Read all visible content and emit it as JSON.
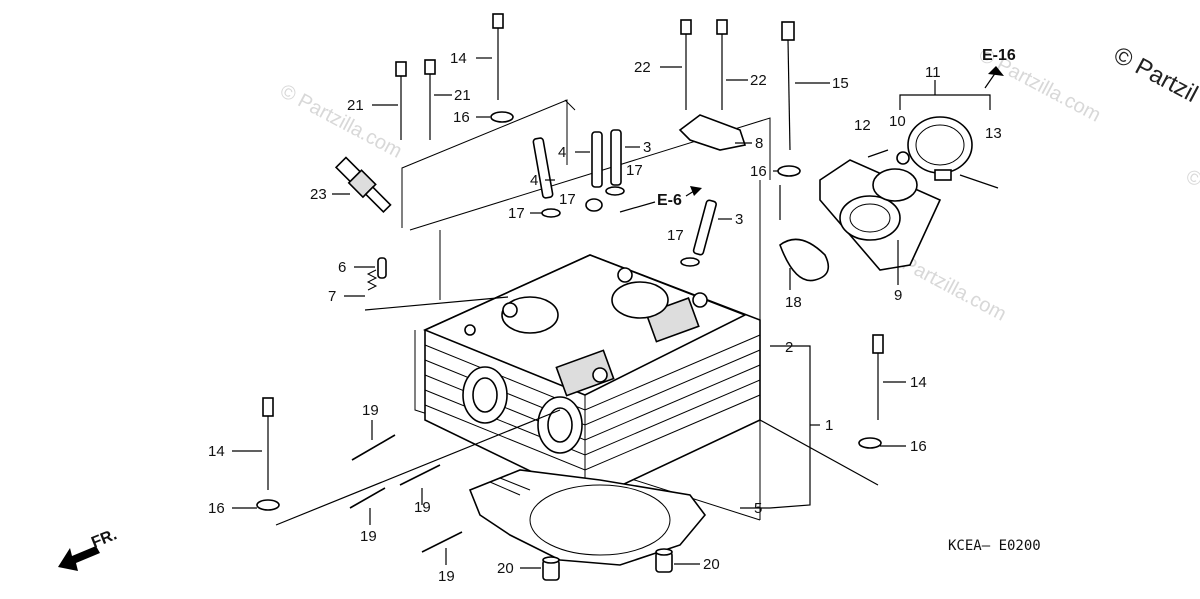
{
  "diagram": {
    "diagram_code": "KCEA— E0200",
    "watermark_text": "© Partzilla.com",
    "watermark_corner": "© Partzil",
    "front_marker": "FR.",
    "refs": {
      "e16": "E-16",
      "e6": "E-6"
    },
    "callouts": {
      "c14a": "14",
      "c21a": "21",
      "c21b": "21",
      "c16a": "16",
      "c22a": "22",
      "c22b": "22",
      "c15": "15",
      "c11": "11",
      "c12": "12",
      "c10": "10",
      "c13": "13",
      "c8": "8",
      "c4a": "4",
      "c3a": "3",
      "c4b": "4",
      "c17a": "17",
      "c17b": "17",
      "c17c": "17",
      "c3b": "3",
      "c16b": "16",
      "c23": "23",
      "c17d": "17",
      "c6": "6",
      "c7": "7",
      "c18": "18",
      "c9": "9",
      "c2": "2",
      "c1": "1",
      "c14b": "14",
      "c16c": "16",
      "c19a": "19",
      "c14c": "14",
      "c19b": "19",
      "c16d": "16",
      "c19c": "19",
      "c5": "5",
      "c19d": "19",
      "c20a": "20",
      "c20b": "20"
    }
  }
}
